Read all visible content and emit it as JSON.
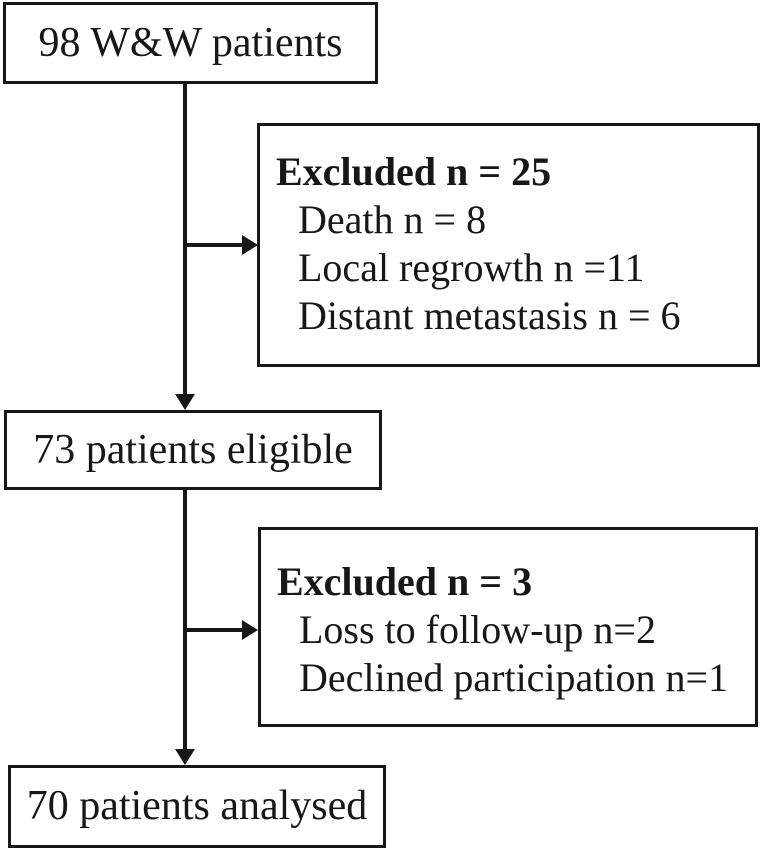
{
  "figure": {
    "type": "flow-diagram",
    "colors": {
      "ink": "#171717",
      "background": "#ffffff"
    },
    "nodes": {
      "top": {
        "label": "98 W&W patients"
      },
      "excluded1": {
        "title": "Excluded n = 25",
        "items": [
          "Death n = 8",
          "Local regrowth n =11",
          "Distant metastasis n = 6"
        ]
      },
      "eligible": {
        "label": "73 patients eligible"
      },
      "excluded2": {
        "title": "Excluded n = 3",
        "items": [
          "Loss to follow-up n=2",
          "Declined participation n=1"
        ]
      },
      "analysed": {
        "label": "70 patients analysed"
      }
    },
    "edges": [
      {
        "from": "top",
        "to": "eligible"
      },
      {
        "from": "top",
        "to": "excluded1"
      },
      {
        "from": "eligible",
        "to": "analysed"
      },
      {
        "from": "eligible",
        "to": "excluded2"
      }
    ]
  }
}
